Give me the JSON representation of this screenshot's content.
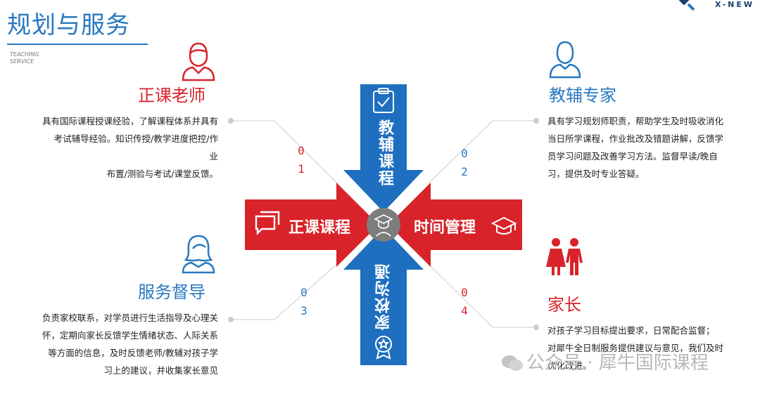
{
  "header": {
    "title": "规划与服务",
    "subtitle_line1": "TEACHING",
    "subtitle_line2": "SERVICE",
    "logo_text": "X-NEW"
  },
  "colors": {
    "red": "#d8232a",
    "blue": "#1f6fc0"
  },
  "roles": {
    "teacher": {
      "title": "正课老师",
      "number": [
        "0",
        "1"
      ],
      "desc_lines": [
        "具有国际课程授课经验，了解课程体系并具有",
        "考试辅导经验。知识传授/教学进度把控/作",
        "业",
        "布置/测验与考试/课堂反馈。"
      ],
      "icon": "teacher-icon"
    },
    "tutor": {
      "title": "教辅专家",
      "number": [
        "0",
        "2"
      ],
      "desc_lines": [
        "具有学习规划师职责，帮助学生及时吸收消化",
        "当日所学课程，作业批改及错题讲解，反馈学",
        "员学习问题及改善学习方法。监督早读/晚自",
        "习，提供及时专业答疑。"
      ],
      "icon": "tutor-icon"
    },
    "supervisor": {
      "title": "服务督导",
      "number": [
        "0",
        "3"
      ],
      "desc_lines": [
        "负责家校联系，对学员进行生活指导及心理关",
        "怀，定期向家长反馈学生情绪状态、人际关系",
        "等方面的信息，及时反馈老师/教辅对孩子学",
        "习上的建议，并收集家长意见"
      ],
      "icon": "supervisor-icon"
    },
    "parent": {
      "title": "家长",
      "number": [
        "0",
        "4"
      ],
      "desc_lines": [
        "对孩子学习目标提出要求，日常配合监督；",
        "对犀牛全日制服务提供建议与意见，我们及时",
        "优化改进。"
      ],
      "icon": "parents-icon"
    }
  },
  "arrows": {
    "top": "教辅课程",
    "left": "正课课程",
    "right": "时间管理",
    "bottom": "家校沟通"
  },
  "watermark": "公众号 · 犀牛国际课程"
}
